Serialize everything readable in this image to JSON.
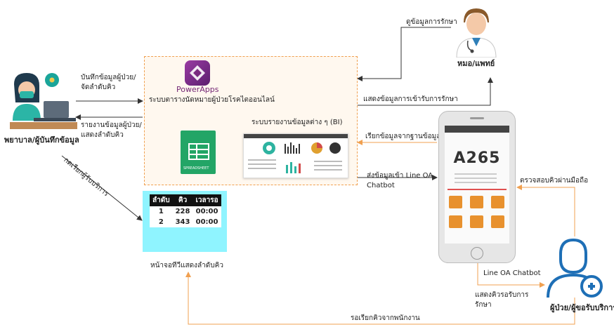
{
  "nurse": {
    "label": "พยาบาล/ผู้บันทึกข้อมูล",
    "record_label_line1": "บันทึกข้อมูลผู้ป่วย/",
    "record_label_line2": "จัดลำดับคิว",
    "report_label_line1": "รายงานข้อมูลผู้ป่วย/",
    "report_label_line2": "แสดงลำดับคิว",
    "call_label": "กดเรียกผู้รับบริการ"
  },
  "doctor": {
    "label": "หมอ/แพทย์",
    "view_label": "ดูข้อมูลการรักษา",
    "show_label": "แสดงข้อมูลการเข้ารับการรักษา"
  },
  "system": {
    "powerapps_name": "PowerApps",
    "powerapps_caption": "ระบบตารางนัดหมายผู้ป่วยโรคไตออนไลน์",
    "bi_caption": "ระบบรายงานข้อมูลต่าง ๆ (BI)",
    "sheet_caption": "SPREADSHEET"
  },
  "queue_screen": {
    "headers": [
      "ลำดับ",
      "คิว",
      "เวลารอ"
    ],
    "rows": [
      {
        "order": "1",
        "queue": "228",
        "wait": "00:00"
      },
      {
        "order": "2",
        "queue": "343",
        "wait": "00:00"
      }
    ],
    "caption": "หน้าจอทีวีแสดงลำดับคิว"
  },
  "phone": {
    "queue_number": "A265",
    "fetch_label": "เรียกข้อมูลจากฐานข้อมูล",
    "send_label_line1": "ส่งข้อมูลเข้า Line OA",
    "send_label_line2": "Chatbot",
    "check_label": "ตรวจสอบคิวผ่านมือถือ",
    "chatbot_label": "Line OA Chatbot",
    "show_queue_line1": "แสดงคิวรอรับการ",
    "show_queue_line2": "รักษา"
  },
  "patient": {
    "label": "ผู้ป่วย/ผู้ขอรับบริการ",
    "wait_label": "รอเรียกคิวจากพนักงาน"
  },
  "colors": {
    "orange": "#f0a050",
    "dark": "#333333",
    "powerapps": "#742774",
    "sheet": "#23a566",
    "screen": "#8ff4ff"
  }
}
